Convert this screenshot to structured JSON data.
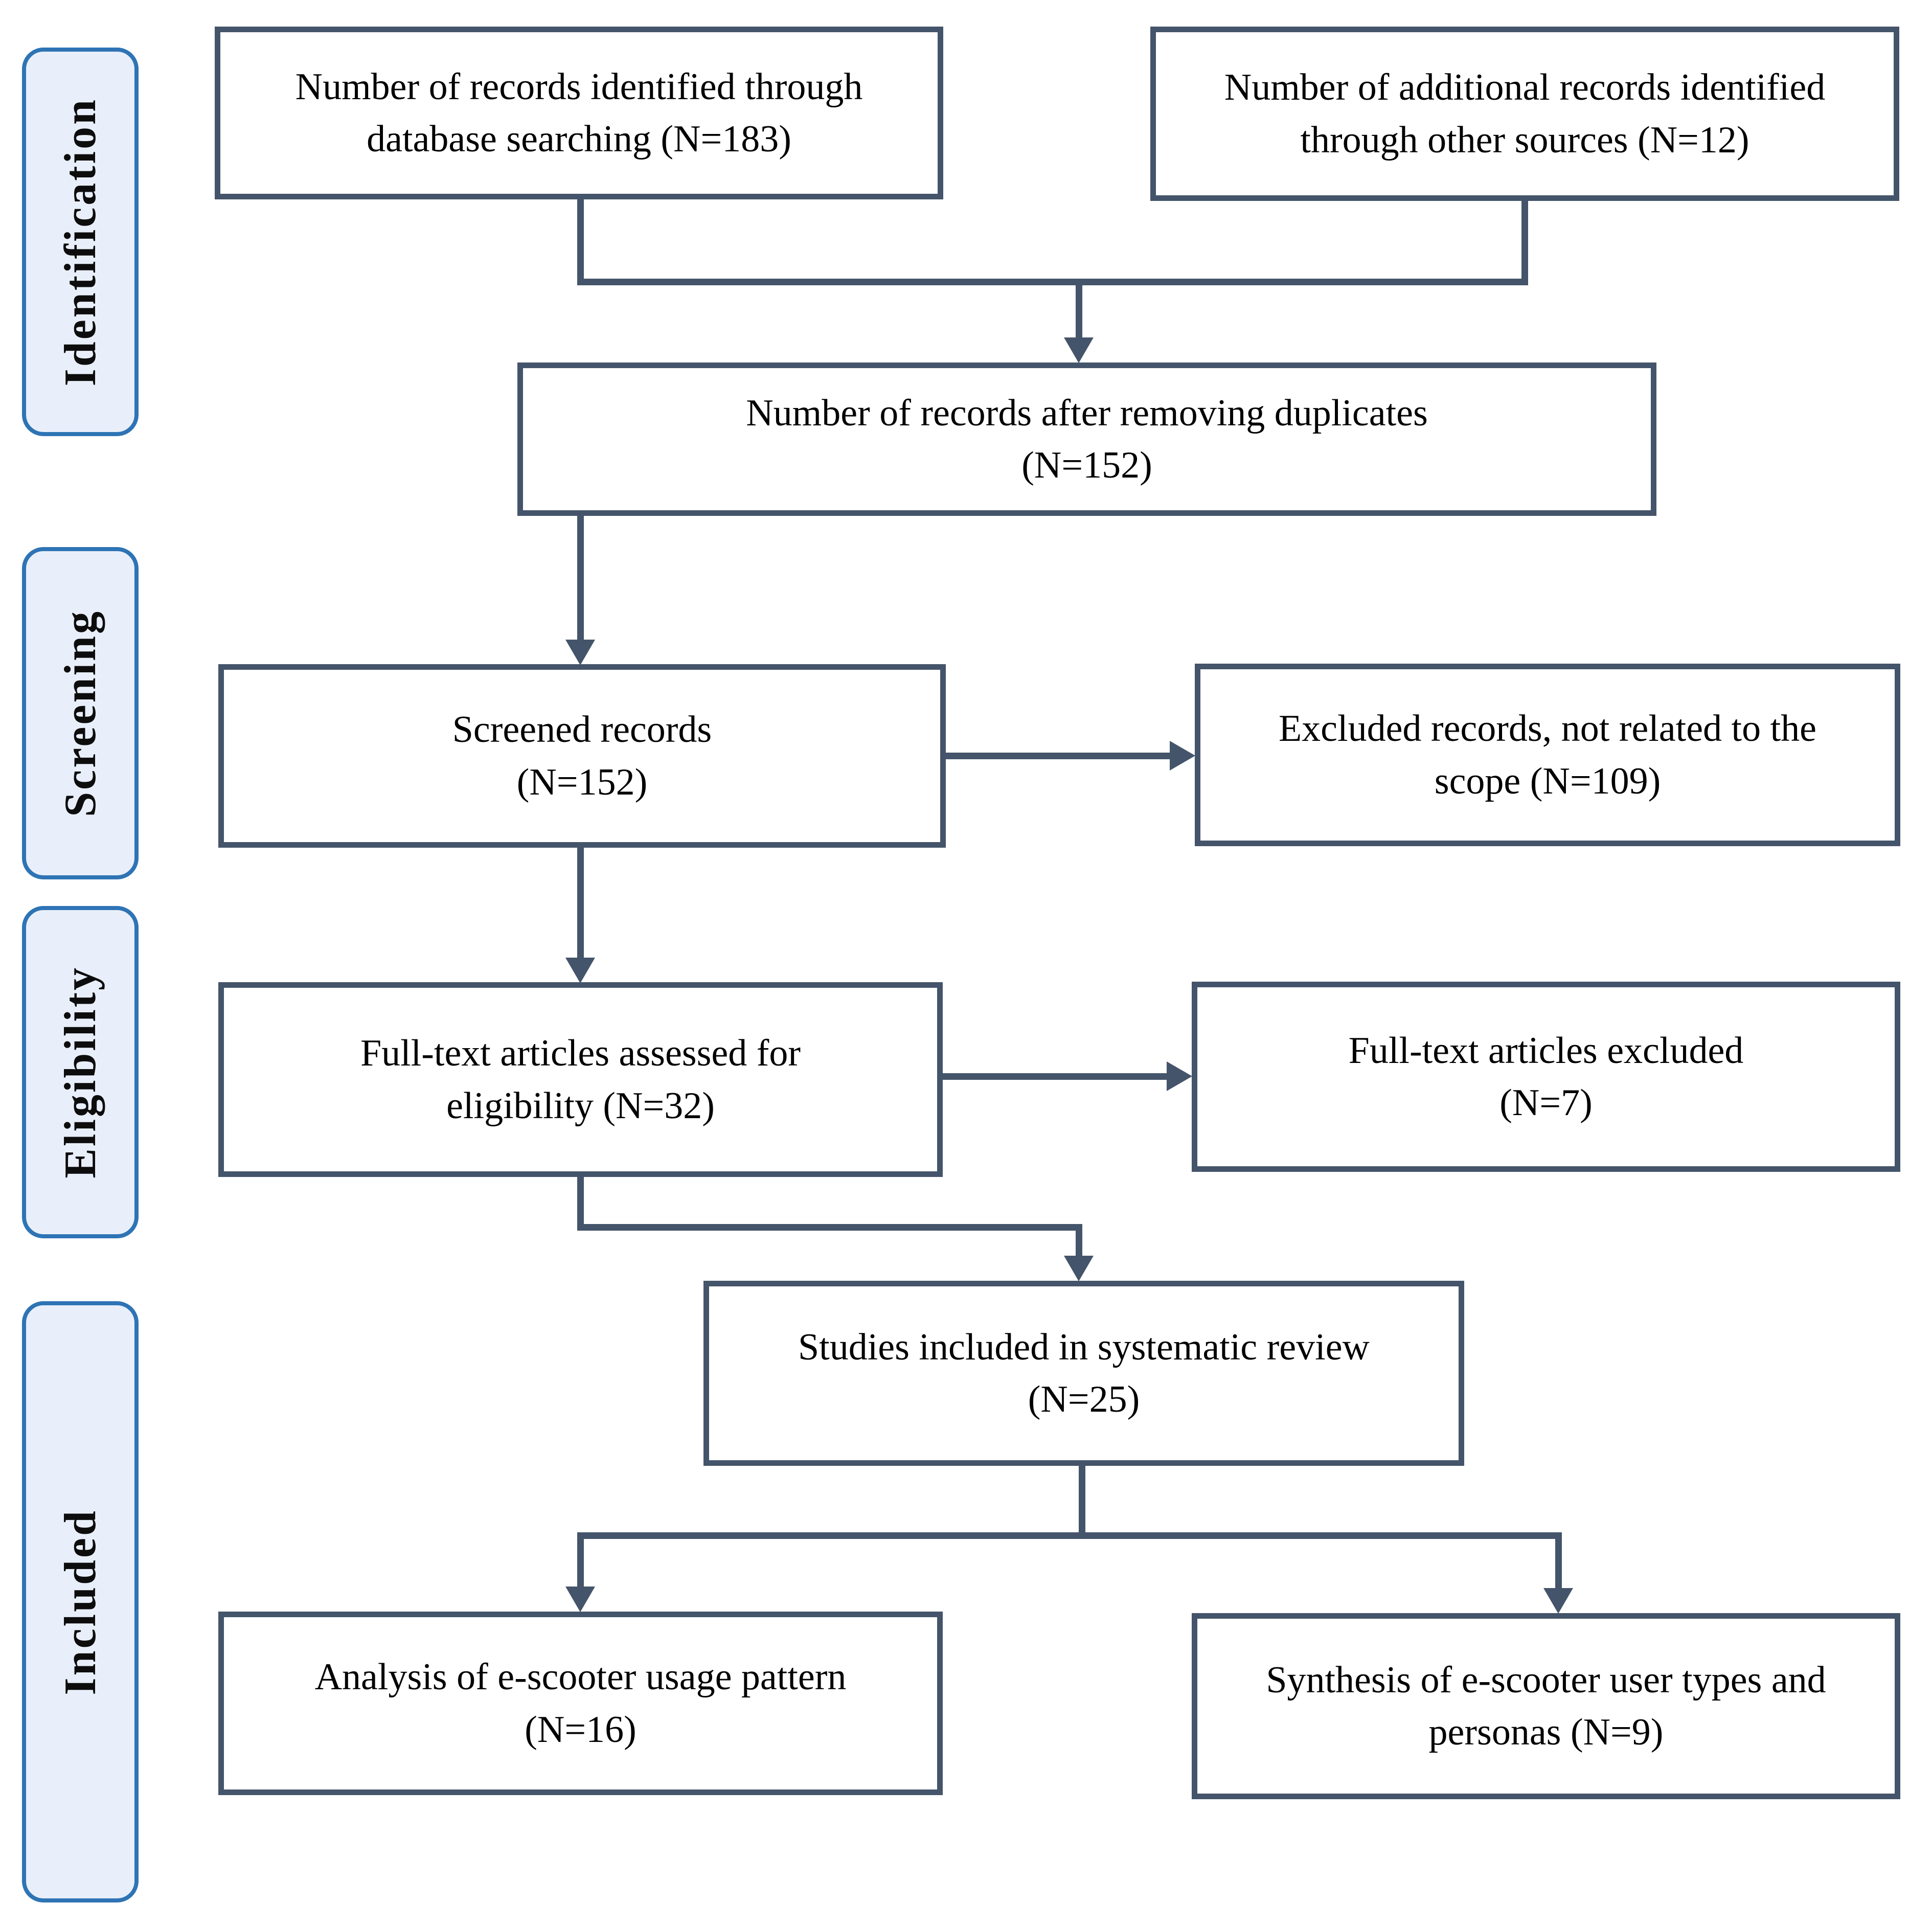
{
  "diagram_type": "prisma-flowchart",
  "stages": {
    "identification": {
      "label": "Identification"
    },
    "screening": {
      "label": "Screening"
    },
    "eligibility": {
      "label": "Eligibility"
    },
    "included": {
      "label": "Included"
    }
  },
  "boxes": {
    "records_identified": {
      "lines": [
        "Number of records identified through",
        "database searching (N=183)"
      ],
      "n": 183
    },
    "additional_records": {
      "lines": [
        "Number of additional records identified",
        "through other sources (N=12)"
      ],
      "n": 12
    },
    "after_duplicates": {
      "lines": [
        "Number of records after removing duplicates",
        "(N=152)"
      ],
      "n": 152
    },
    "screened_records": {
      "lines": [
        "Screened records",
        "(N=152)"
      ],
      "n": 152
    },
    "excluded_records": {
      "lines": [
        "Excluded records, not related to the",
        "scope (N=109)"
      ],
      "n": 109
    },
    "fulltext_assessed": {
      "lines": [
        "Full-text articles assessed for",
        "eligibility (N=32)"
      ],
      "n": 32
    },
    "fulltext_excluded": {
      "lines": [
        "Full-text articles excluded",
        "(N=7)"
      ],
      "n": 7
    },
    "studies_included": {
      "lines": [
        "Studies included in systematic review",
        "(N=25)"
      ],
      "n": 25
    },
    "analysis_usage": {
      "lines": [
        "Analysis of e-scooter usage pattern",
        "(N=16)"
      ],
      "n": 16
    },
    "synthesis_personas": {
      "lines": [
        "Synthesis of e-scooter user types and",
        "personas (N=9)"
      ],
      "n": 9
    }
  },
  "colors": {
    "box_border": "#44546a",
    "connector": "#44546a",
    "stage_fill": "#e9effa",
    "stage_border": "#2e74b5",
    "box_text": "#000000",
    "stage_text": "#0d0d0d",
    "background": "#ffffff"
  }
}
